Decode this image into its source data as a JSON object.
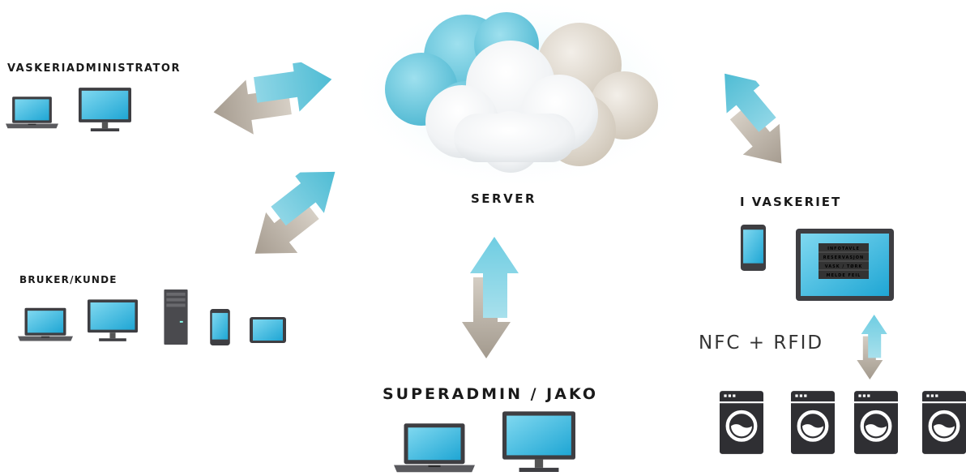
{
  "labels": {
    "admin": "VASKERIADMINISTRATOR",
    "user": "BRUKER/KUNDE",
    "server": "SERVER",
    "laundry": "I VASKERIET",
    "superadmin": "SUPERADMIN / JAKO",
    "nfc": "NFC + RFID"
  },
  "kiosk_menu": [
    "INFOTAVLE",
    "RESERVASJON",
    "VASK / TØRK",
    "MELDE FEIL"
  ],
  "colors": {
    "arrow_blue": "#5ec4d8",
    "arrow_beige": "#b9b0a4",
    "cloud_blue": "#6cc6dc",
    "cloud_beige": "#d8d0c4",
    "device_dark": "#3e3e42",
    "screen_blue": "#2bb3dd"
  },
  "icons": [
    "cloud-icon",
    "laptop-icon",
    "monitor-icon",
    "desktop-tower-icon",
    "smartphone-icon",
    "tablet-icon",
    "washing-machine-icon"
  ]
}
